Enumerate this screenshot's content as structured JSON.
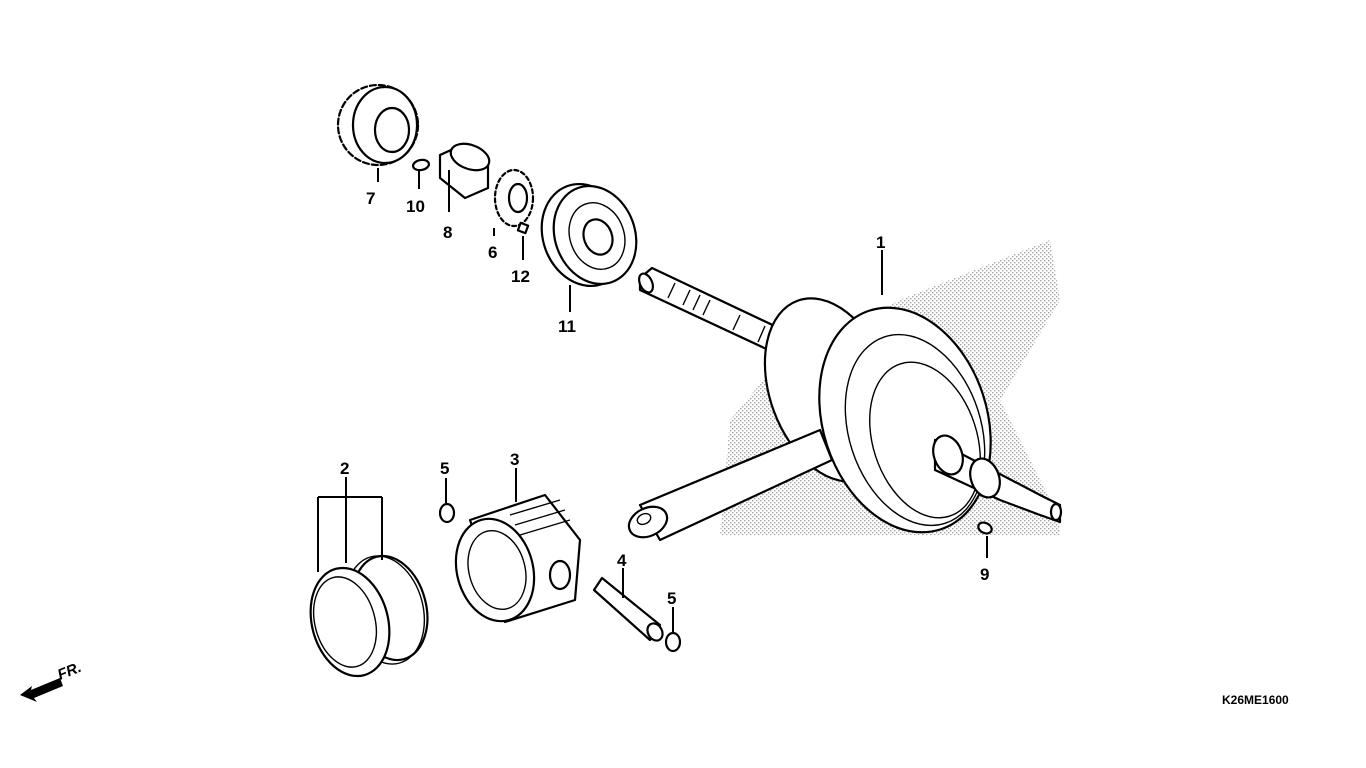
{
  "diagram": {
    "callouts": [
      {
        "id": "p1",
        "label": "1"
      },
      {
        "id": "p2",
        "label": "2"
      },
      {
        "id": "p3",
        "label": "3"
      },
      {
        "id": "p4",
        "label": "4"
      },
      {
        "id": "p5a",
        "label": "5"
      },
      {
        "id": "p5b",
        "label": "5"
      },
      {
        "id": "p6",
        "label": "6"
      },
      {
        "id": "p7",
        "label": "7"
      },
      {
        "id": "p8",
        "label": "8"
      },
      {
        "id": "p9",
        "label": "9"
      },
      {
        "id": "p10",
        "label": "10"
      },
      {
        "id": "p11",
        "label": "11"
      },
      {
        "id": "p12",
        "label": "12"
      }
    ],
    "front_marker": "FR.",
    "diagram_code": "K26ME1600"
  }
}
